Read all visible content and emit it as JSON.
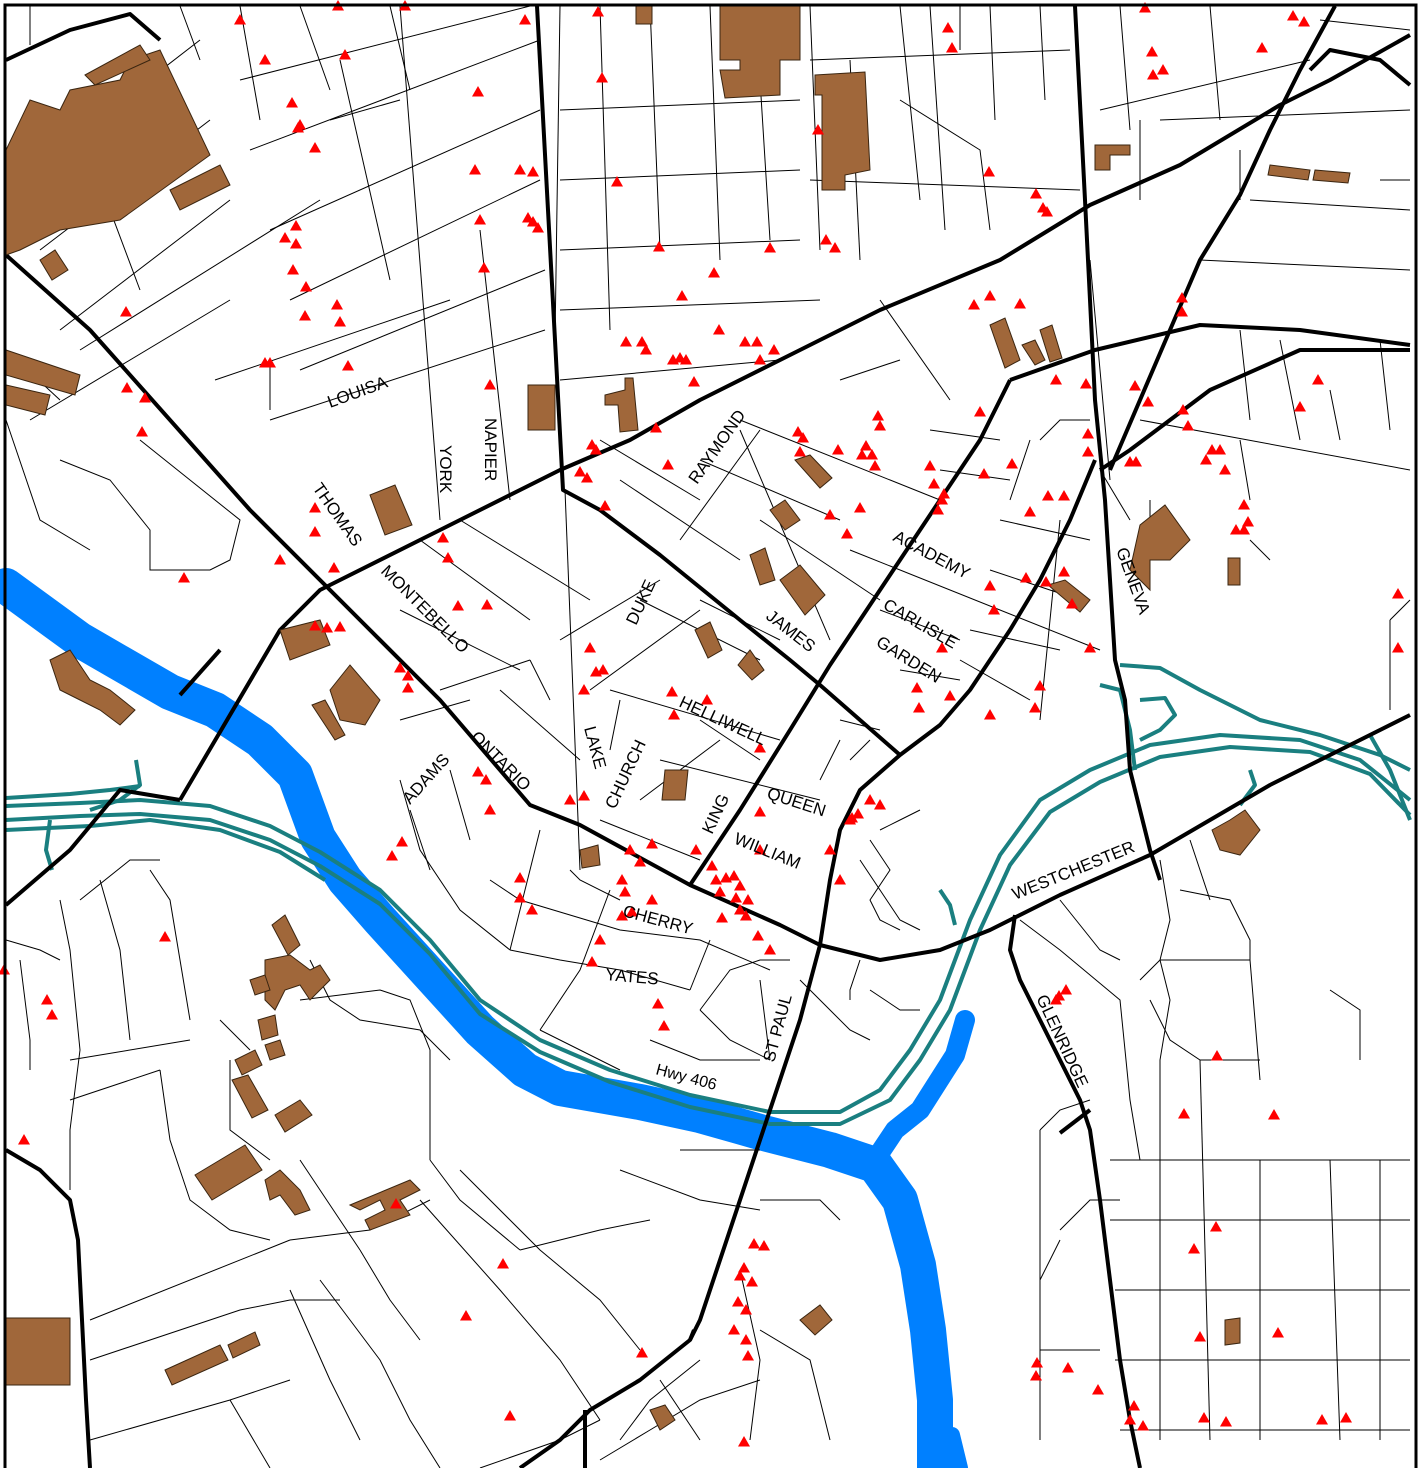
{
  "map": {
    "colors": {
      "background": "#ffffff",
      "minor_street": "#000000",
      "major_street": "#000000",
      "river": "#0080ff",
      "highway": "#1a7f80",
      "building_fill": "#a0673a",
      "building_stroke": "#3a2510",
      "marker": "#ff0000",
      "frame": "#000000"
    },
    "labels": {
      "louisa": "LOUISA",
      "york": "YORK",
      "napier": "NAPIER",
      "raymond": "RAYMOND",
      "thomas": "THOMAS",
      "montebello": "MONTEBELLO",
      "duke": "DUKE",
      "james": "JAMES",
      "academy": "ACADEMY",
      "carlisle": "CARLISLE",
      "garden": "GARDEN",
      "geneva": "GENEVA",
      "helliwell": "HELLIWELL",
      "adams": "ADAMS",
      "ontario": "ONTARIO",
      "lake": "LAKE",
      "church": "CHURCH",
      "king": "KING",
      "queen": "QUEEN",
      "william": "WILLIAM",
      "westchester": "WESTCHESTER",
      "cherry": "CHERRY",
      "yates": "YATES",
      "st_paul": "ST PAUL",
      "glenridge": "GLENRIDGE",
      "hwy406": "Hwy 406"
    },
    "marker_symbol": "triangle",
    "marker_count": 190
  }
}
